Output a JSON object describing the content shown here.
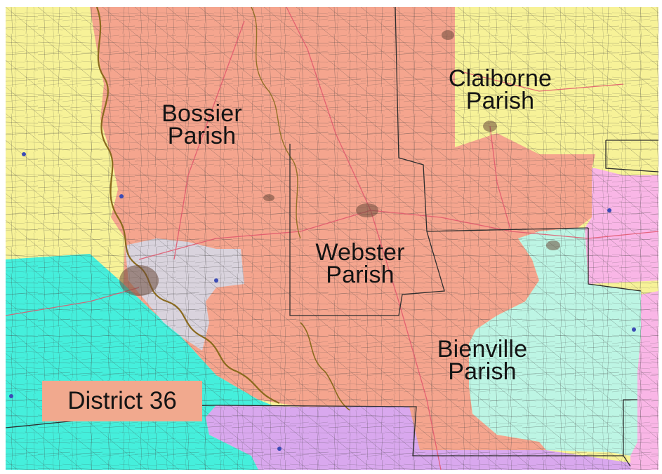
{
  "colors": {
    "district_36": "#F5A58E",
    "adjacent_north_west": "#F7F298",
    "adjacent_south_west": "#45EFDC",
    "adjacent_south": "#D9A8EE",
    "adjacent_east": "#F9B6E6",
    "adjacent_south_east": "#BDF5E4",
    "urban_area": "#D9D3DD",
    "roads": "#3E3E3E",
    "highways": "#E0556B",
    "river": "#8A6A1E",
    "parish_boundary": "#2E2E2E"
  },
  "labels": {
    "bossier": [
      "Bossier",
      "Parish"
    ],
    "webster": [
      "Webster",
      "Parish"
    ],
    "claiborne": [
      "Claiborne",
      "Parish"
    ],
    "bienville": [
      "Bienville",
      "Parish"
    ]
  },
  "district": {
    "label": "District 36"
  },
  "icons": {
    "town_marker": "small blue dot"
  }
}
